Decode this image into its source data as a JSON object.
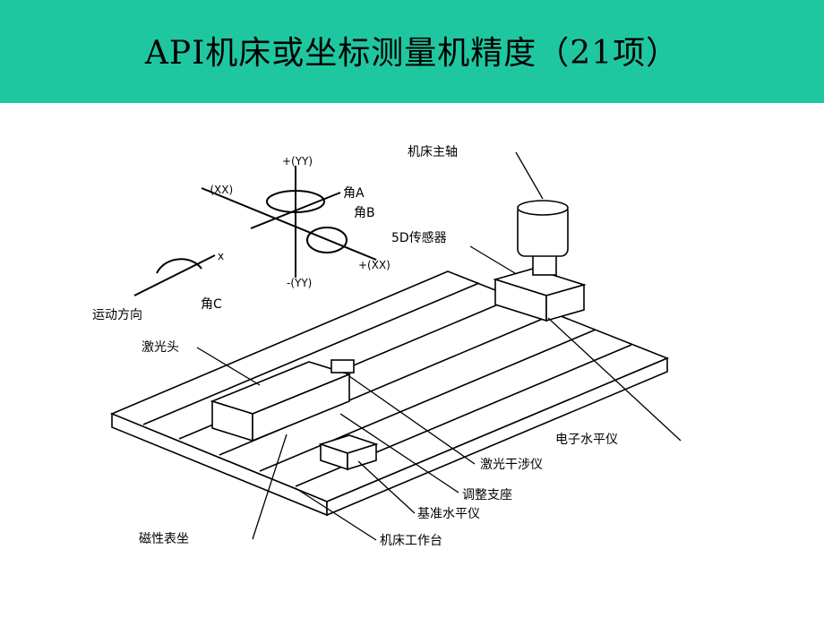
{
  "slide": {
    "banner_color": "#1fc7a0",
    "title": "API机床或坐标测量机精度（21项）"
  },
  "diagram": {
    "labels": {
      "spindle": "机床主轴",
      "sensor": "5D传感器",
      "angle_a": "角A",
      "angle_b": "角B",
      "angle_c": "角C",
      "motion": "运动方向",
      "laser_head": "激光头",
      "electronic_level": "电子水平仪",
      "interferometer": "激光干涉仪",
      "adjust_base": "调整支座",
      "reference_level": "基准水平仪",
      "magnetic_base": "磁性表坐",
      "worktable": "机床工作台",
      "axis_x": "x",
      "plus_xx": "+(XX)",
      "minus_xx": "-(XX)",
      "plus_yy": "+(YY)",
      "minus_yy": "-(YY)"
    }
  }
}
